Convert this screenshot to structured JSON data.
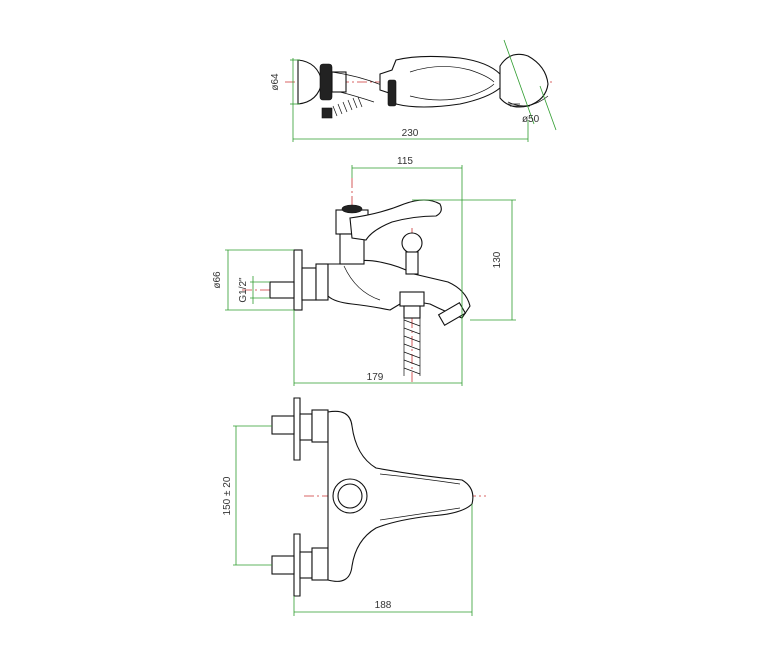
{
  "views": {
    "top": {
      "dims": {
        "head_diameter": "ø64",
        "handshower_length": "230",
        "nozzle_diameter": "ø50"
      }
    },
    "front": {
      "dims": {
        "spout_offset": "115",
        "height": "130",
        "escutcheon_diameter": "ø66",
        "connection_thread": "G1/2\"",
        "overall_width": "179"
      }
    },
    "plan": {
      "dims": {
        "centre_distance": "150 ± 20",
        "overall_depth": "188"
      }
    }
  },
  "colors": {
    "dimension_line": "#2e9c2e",
    "centre_line": "#cc3333",
    "outline": "#111111"
  }
}
